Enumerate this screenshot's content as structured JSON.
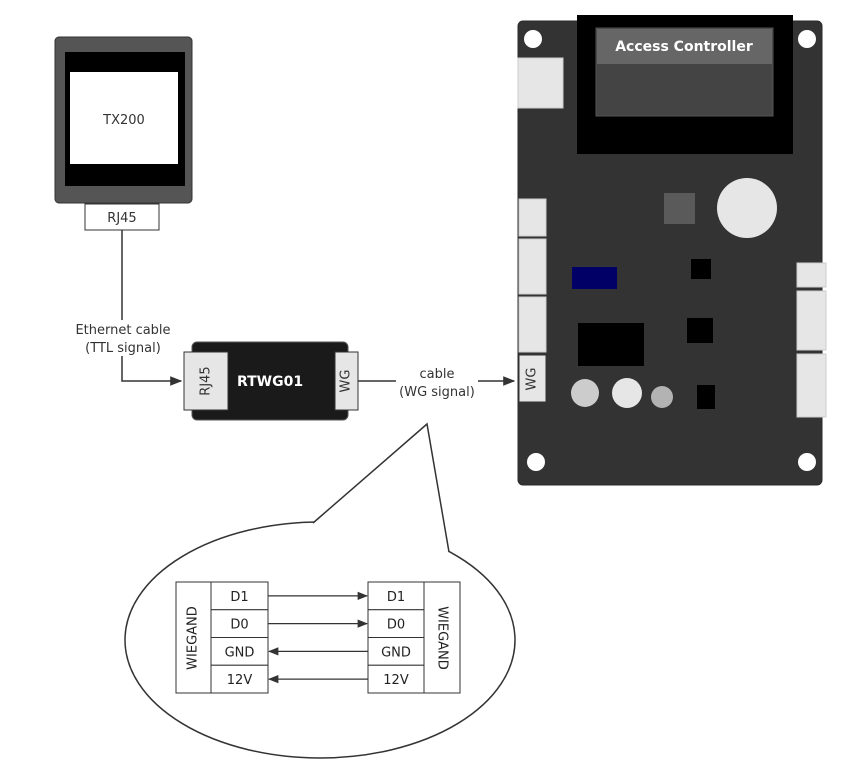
{
  "tx200": {
    "device_label": "TX200",
    "port_label": "RJ45"
  },
  "rtwg01": {
    "title": "RTWG01",
    "left_port": "RJ45",
    "right_port": "WG"
  },
  "connections": {
    "ethernet_line1": "Ethernet cable",
    "ethernet_line2": "(TTL signal)",
    "cable_line1": "cable",
    "cable_line2": "(WG signal)"
  },
  "access_controller": {
    "title": "Access Controller",
    "wg_port": "WG"
  },
  "wiring": {
    "left_header": "WIEGAND",
    "right_header": "WIEGAND",
    "rows": [
      {
        "left": "D1",
        "right": "D1",
        "direction": "right"
      },
      {
        "left": "D0",
        "right": "D0",
        "direction": "right"
      },
      {
        "left": "GND",
        "right": "GND",
        "direction": "left"
      },
      {
        "left": "12V",
        "right": "12V",
        "direction": "left"
      }
    ]
  }
}
